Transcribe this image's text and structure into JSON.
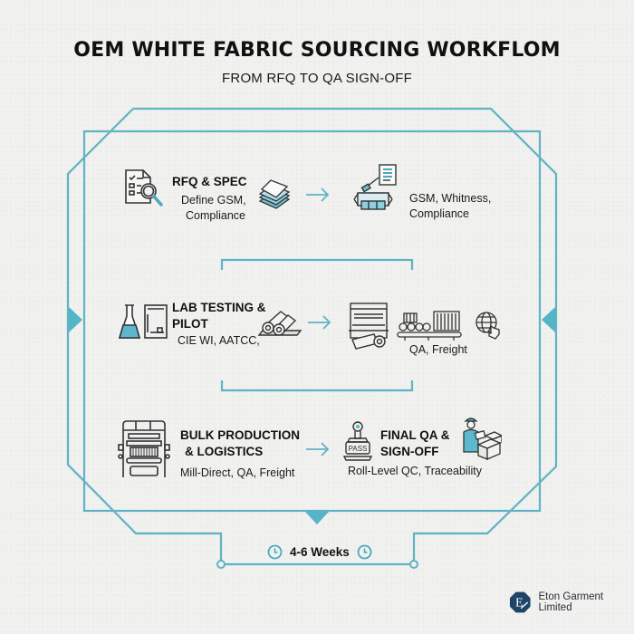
{
  "header": {
    "title": "OEM WHITE FABRIC SOURCING WORKFLOM",
    "subtitle": "FROM RFQ TO QA SIGN-OFF"
  },
  "steps": [
    {
      "id": "rfq",
      "heading": "RFQ & SPEC",
      "detail_lines": [
        "Define GSM,",
        "Compliance"
      ],
      "icon": "document-search-icon",
      "side_icon": "fabric-stack-icon"
    },
    {
      "id": "spec-output",
      "heading": "",
      "detail_lines": [
        "GSM, Whitness,",
        "Compliance"
      ],
      "icon": "spec-machine-icon"
    },
    {
      "id": "lab",
      "heading_lines": [
        "LAB TESTING &",
        "PILOT"
      ],
      "detail_lines": [
        "CIE WI, AATCC,"
      ],
      "icon": "lab-flask-icon",
      "side_icon": "fabric-rolls-icon"
    },
    {
      "id": "pilot-output",
      "detail_lines": [
        "QA, Freight"
      ],
      "icons": [
        "loom-icon",
        "conveyor-icon",
        "globe-click-icon"
      ]
    },
    {
      "id": "bulk",
      "heading_lines": [
        "BULK PRODUCTION",
        "& LOGISTICS"
      ],
      "detail_lines": [
        "Mill-Direct, QA, Freight"
      ],
      "icon": "production-machine-icon"
    },
    {
      "id": "final",
      "heading_lines": [
        "FINAL QA &",
        "SIGN-OFF"
      ],
      "detail_lines": [
        "Roll-Level QC, Traceability"
      ],
      "icon": "pass-stamp-icon",
      "side_icon": "inspector-boxes-icon",
      "stamp_text": "PASS"
    }
  ],
  "timeline": {
    "duration": "4-6 Weeks",
    "icon": "clock-icon"
  },
  "brand": {
    "name": "Eton Garment Limited",
    "logo_letter": "E"
  },
  "colors": {
    "accent": "#5fb3c5",
    "accent_fill": "#56b4c9",
    "text": "#111111",
    "brand_navy": "#1f4466",
    "background": "#f1f1ef"
  }
}
